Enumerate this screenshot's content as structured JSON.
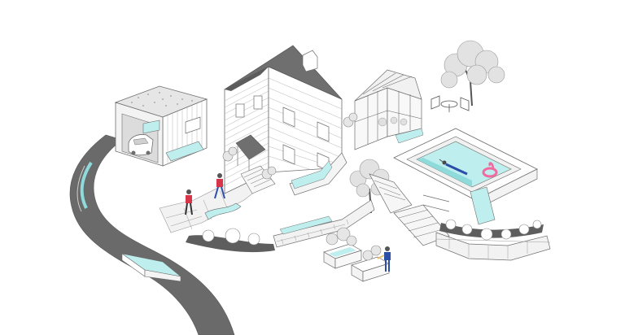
{
  "scene": {
    "palette": {
      "background": "#ffffff",
      "outline": "#6e6e6e",
      "roof": "#6f6f6f",
      "road": "#6a6a6a",
      "water": "#bfeeee",
      "water_dark": "#8fdada",
      "foliage": "#e2e2e2",
      "accent_red": "#d8344a",
      "accent_blue": "#2b4fa8",
      "flamingo": "#f06aa0"
    },
    "elements": [
      "garage-with-green-roof",
      "parked-car",
      "winding-driveway",
      "two-story-house",
      "greenhouse",
      "backyard-tree",
      "patio-chairs",
      "swimming-pool",
      "swimmer",
      "flamingo-float",
      "stone-retaining-walls",
      "garden-stairs",
      "raised-planter-beds",
      "walking-couple",
      "gardener-person",
      "rain-gardens"
    ]
  }
}
